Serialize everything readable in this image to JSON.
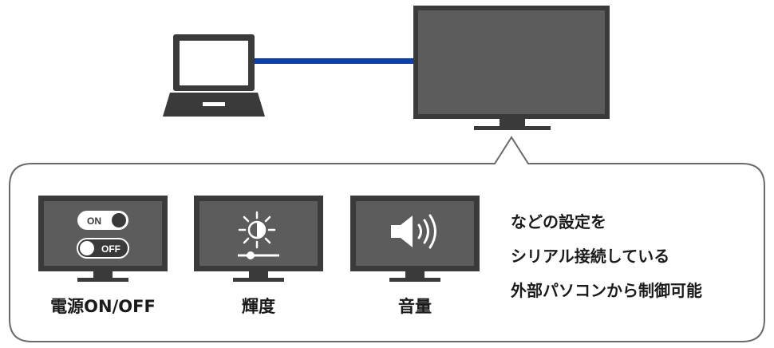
{
  "colors": {
    "device_frame": "#3a3a3a",
    "screen_fill": "#5c5c5c",
    "cable": "#0d3fa6",
    "bubble_border": "#6a6a6a",
    "toggle_fill": "#ffffff"
  },
  "devices": {
    "laptop": {
      "icon": "laptop-icon"
    },
    "monitor": {
      "icon": "monitor-icon"
    },
    "cable": {
      "icon": "serial-cable"
    }
  },
  "features": [
    {
      "label": "電源ON/OFF",
      "icon": "power-toggle-icon",
      "toggle_on_text": "ON",
      "toggle_off_text": "OFF"
    },
    {
      "label": "輝度",
      "icon": "brightness-icon"
    },
    {
      "label": "音量",
      "icon": "volume-icon"
    }
  ],
  "caption": {
    "lines": [
      "などの設定を",
      "シリアル接続している",
      "外部パソコンから制御可能"
    ]
  }
}
